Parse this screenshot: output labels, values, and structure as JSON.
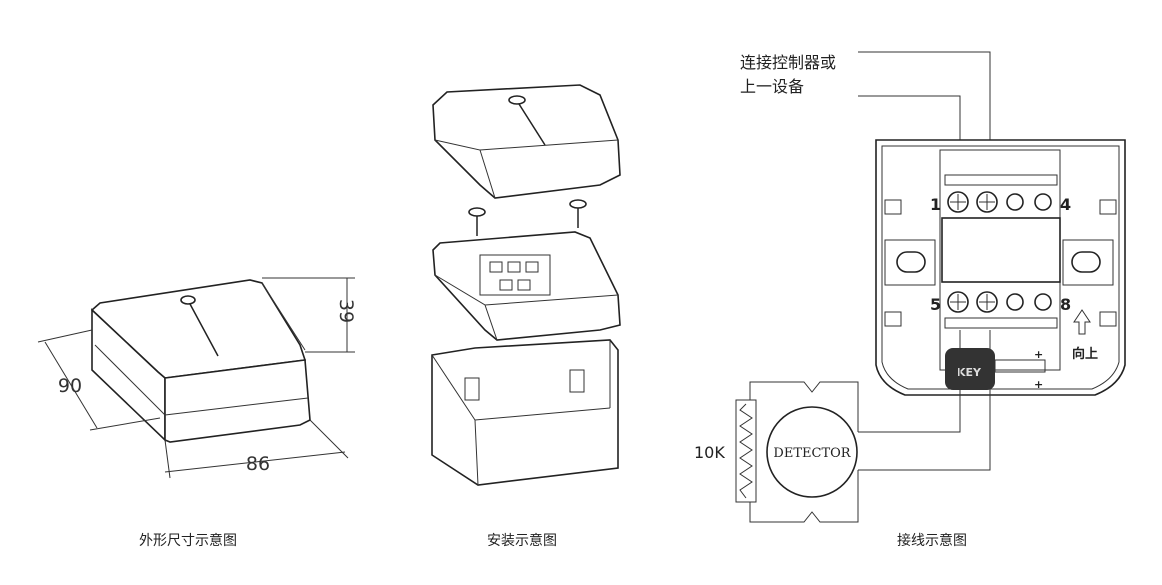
{
  "dimension_view": {
    "caption": "外形尺寸示意图",
    "height_label": "39",
    "depth_label": "90",
    "width_label": "86"
  },
  "install_view": {
    "caption": "安装示意图"
  },
  "wiring_view": {
    "caption": "接线示意图",
    "controller_label_line1": "连接控制器或",
    "controller_label_line2": "上一设备",
    "terminal_1": "1",
    "terminal_4": "4",
    "terminal_5": "5",
    "terminal_8": "8",
    "up_label": "向上",
    "key_label": "KEY",
    "resistor_label": "10K",
    "detector_label": "DETECTOR"
  }
}
